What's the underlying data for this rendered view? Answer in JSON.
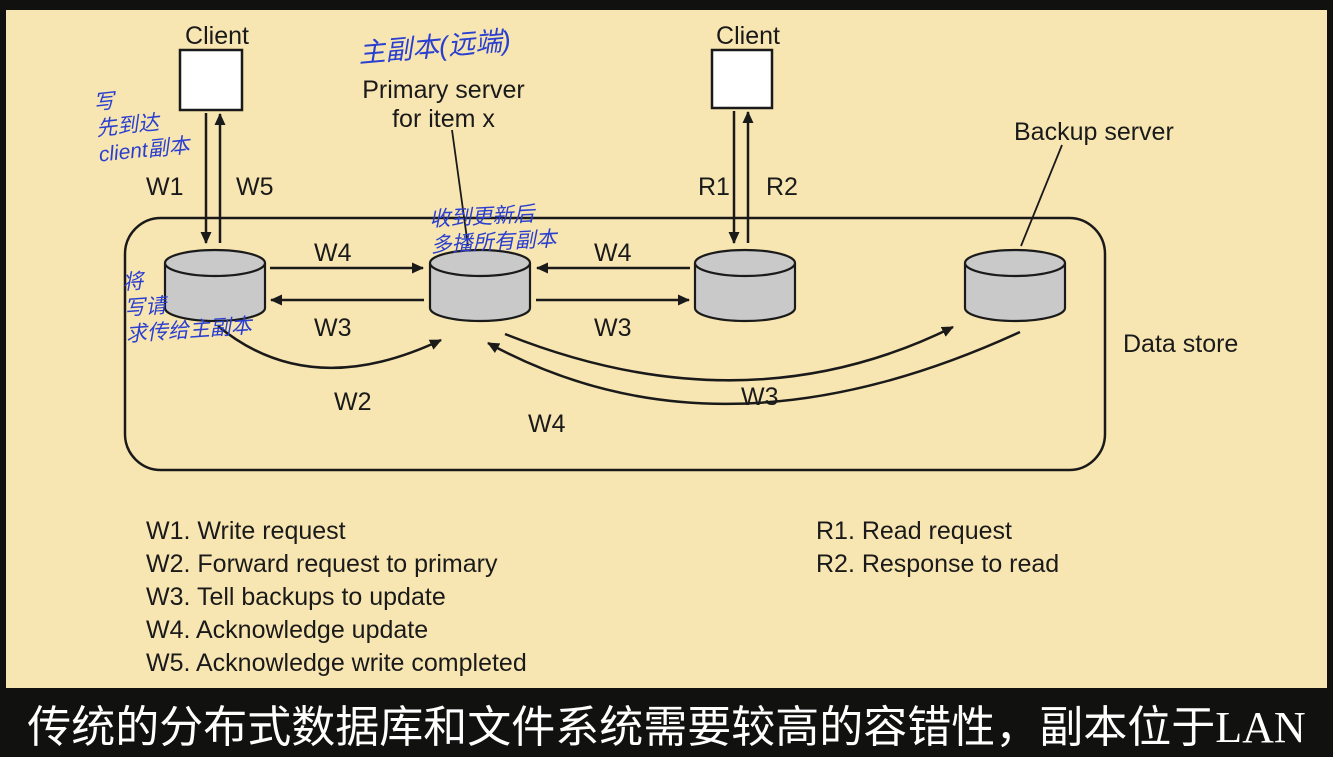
{
  "colors": {
    "background": "#111110",
    "slide_bg": "#f8e6b2",
    "cylinder_fill": "#c9c9c9",
    "stroke": "#1a1a1a",
    "annotation_blue": "#2a3fd0",
    "caption_color": "#ffffff"
  },
  "diagram": {
    "client_left_label": "Client",
    "client_right_label": "Client",
    "primary_label_line1": "Primary server",
    "primary_label_line2": "for item x",
    "backup_label": "Backup server",
    "datastore_label": "Data store",
    "arrow_labels": {
      "w1": "W1",
      "w5": "W5",
      "r1": "R1",
      "r2": "R2",
      "w4_left": "W4",
      "w3_left": "W3",
      "w4_mid": "W4",
      "w3_mid": "W3",
      "w2_curve": "W2",
      "w3_curve": "W3",
      "w4_curve": "W4"
    }
  },
  "annotations": {
    "primary_note": "主副本(远端)",
    "client_note": [
      "写",
      "先到达",
      "client副本"
    ],
    "forward_note": [
      "将",
      "写请",
      "求传给主副本"
    ],
    "multicast_note": [
      "收到更新后",
      "多播所有副本"
    ]
  },
  "legend": {
    "left": [
      "W1. Write request",
      "W2. Forward request to primary",
      "W3. Tell backups to update",
      "W4. Acknowledge update",
      "W5. Acknowledge write completed"
    ],
    "right": [
      "R1. Read request",
      "R2. Response to read"
    ]
  },
  "caption": "传统的分布式数据库和文件系统需要较高的容错性，副本位于LAN"
}
